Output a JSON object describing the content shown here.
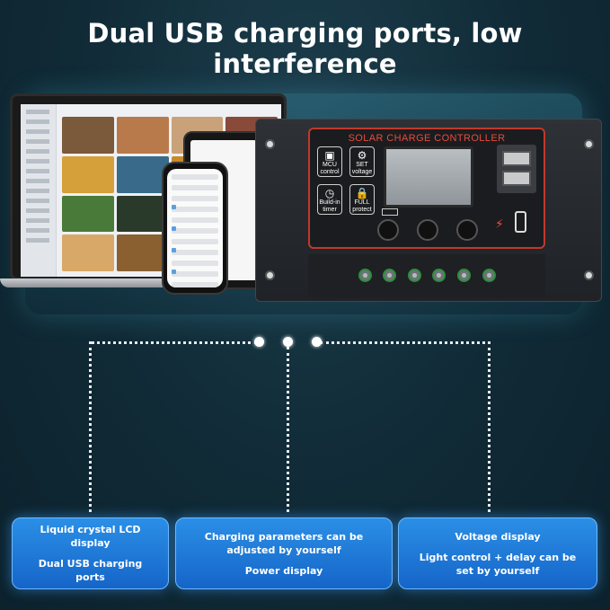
{
  "headline": "Dual USB charging ports, low interference",
  "controller": {
    "title": "SOLAR CHARGE CONTROLLER",
    "features": [
      {
        "icon": "chip-icon",
        "label": "MCU control"
      },
      {
        "icon": "gear-icon",
        "label": "SET voltage"
      },
      {
        "icon": "clock-icon",
        "label": "Build-in timer"
      },
      {
        "icon": "lock-icon",
        "label": "FULL protect"
      }
    ]
  },
  "cards": [
    {
      "lines": [
        "Liquid crystal LCD display",
        "Dual USB charging ports"
      ]
    },
    {
      "lines": [
        "Charging parameters can be adjusted by yourself",
        "Power display"
      ]
    },
    {
      "lines": [
        "Voltage display",
        "Light control + delay can be set by yourself"
      ]
    }
  ],
  "colors": {
    "background": "#0f2834",
    "card": "#1f7ad8",
    "controller_accent": "#e74c3c"
  }
}
